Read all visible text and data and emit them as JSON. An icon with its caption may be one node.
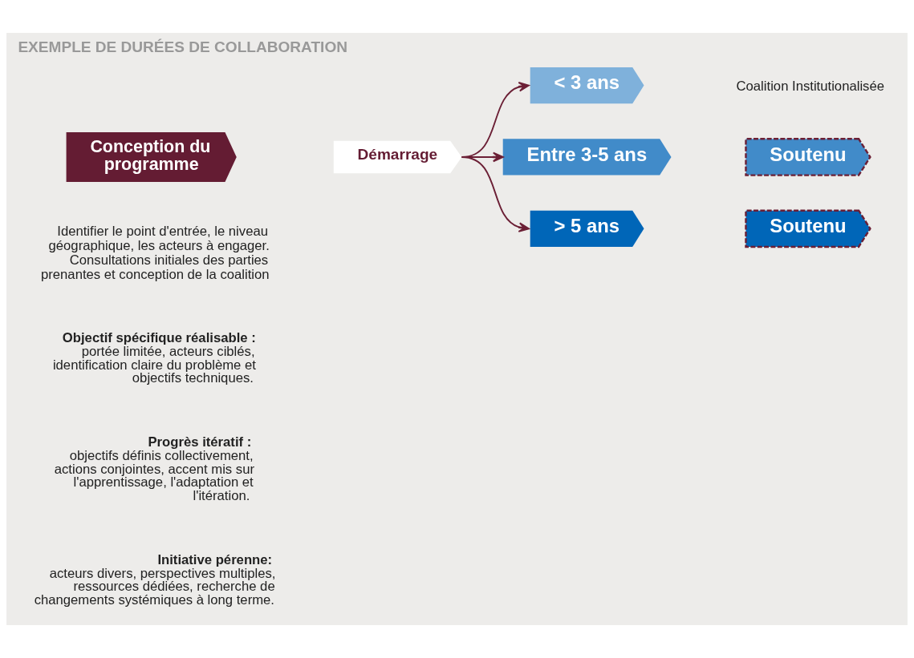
{
  "diagram": {
    "title": "EXEMPLE DE DURÉES DE COLLABORATION",
    "nodes": [
      {
        "text": [
          "Conception du programme"
        ]
      },
      {
        "text": [
          "Démarrage"
        ]
      },
      {
        "text": [
          "< 3 ans"
        ]
      },
      {
        "text": [
          "Entre 3-5 ans"
        ]
      },
      {
        "text": [
          "Soutenu"
        ]
      },
      {
        "text": [
          "> 5 ans"
        ]
      },
      {
        "text": [
          "Soutenu"
        ]
      }
    ],
    "edges": [
      {
        "from": 1,
        "to": 2,
        "arrow": "to"
      },
      {
        "from": 1,
        "to": 3,
        "arrow": "to"
      },
      {
        "from": 1,
        "to": 5,
        "arrow": "to"
      }
    ],
    "labels": [
      "Identifier le point d'entrée, le niveau géographique, les acteurs à engager. Consultations initiales des parties prenantes et conception de la coalition",
      "Objectif spécifique réalisable :",
      "portée limitée, acteurs ciblés, identification claire du problème et objectifs techniques.",
      "Progrès itératif :",
      "objectifs définis collectivement, actions conjointes, accent mis sur l'apprentissage, l'adaptation et l'itération.",
      "Initiative pérenne:",
      "acteurs divers, perspectives multiples, ressources dédiées, recherche de changements systémiques à long terme.",
      "Coalition Institutionalisée"
    ]
  }
}
